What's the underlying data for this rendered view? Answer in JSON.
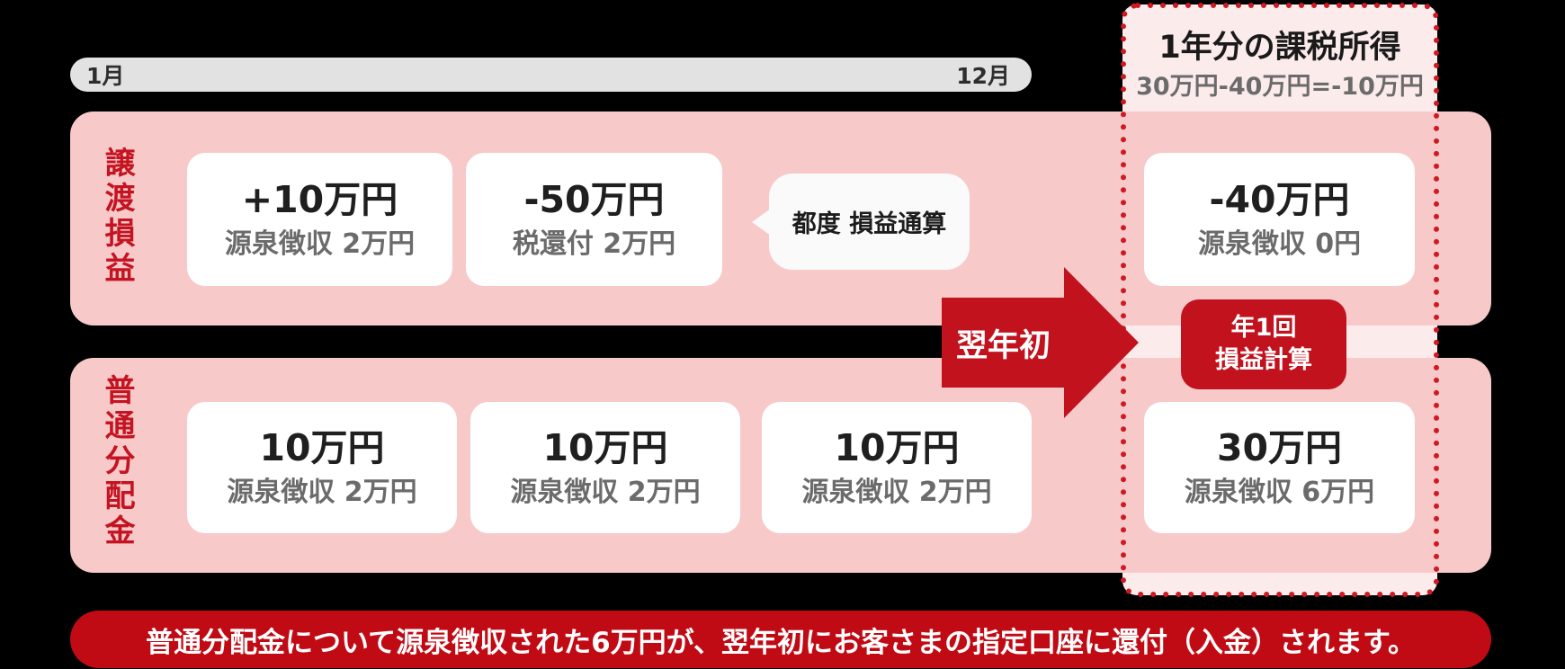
{
  "timeline": {
    "start_label": "1月",
    "end_label": "12月"
  },
  "annual_summary": {
    "title": "1年分の課税所得",
    "formula": "30万円-40万円=-10万円"
  },
  "rows": [
    {
      "label": "譲渡損益",
      "boxes": [
        {
          "amount": "+10万円",
          "note": "源泉徴収 2万円"
        },
        {
          "amount": "-50万円",
          "note": "税還付 2万円"
        }
      ],
      "callout": "都度 損益通算",
      "result_box": {
        "amount": "-40万円",
        "note": "源泉徴収 0円"
      }
    },
    {
      "label": "普通分配金",
      "boxes": [
        {
          "amount": "10万円",
          "note": "源泉徴収 2万円"
        },
        {
          "amount": "10万円",
          "note": "源泉徴収 2万円"
        },
        {
          "amount": "10万円",
          "note": "源泉徴収 2万円"
        }
      ],
      "result_box": {
        "amount": "30万円",
        "note": "源泉徴収 6万円"
      }
    }
  ],
  "arrow": {
    "label": "翌年初"
  },
  "annual_calc_badge": {
    "line1": "年1回",
    "line2": "損益計算"
  },
  "footer": {
    "message": "普通分配金について源泉徴収された6万円が、翌年初にお客さまの指定口座に還付（入金）されます。"
  },
  "colors": {
    "accent_red": "#c1121e",
    "banner_red": "#c00a14",
    "dot_red": "#cd1a24",
    "label_red": "#c41422",
    "band_pink": "#f8c9c9",
    "panel_pink": "#fcebeb",
    "box_white": "#ffffff",
    "note_gray": "#6b6b6b",
    "timeline_gray": "#e2e2e2"
  }
}
